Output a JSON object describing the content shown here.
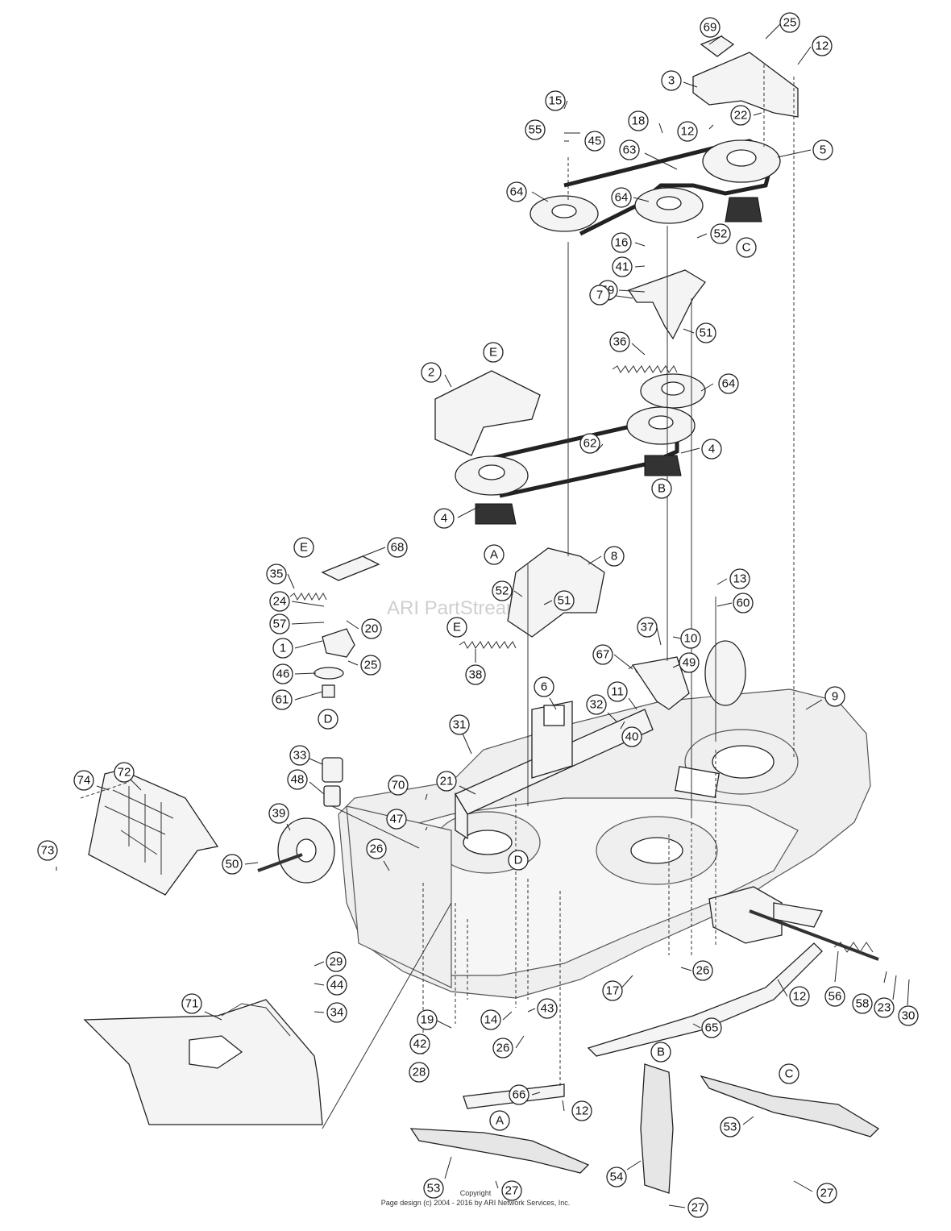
{
  "watermark": "ARI PartStream™",
  "footer": {
    "line1": "Copyright",
    "line2": "Page design (c) 2004 - 2016 by ARI Network Services, Inc."
  },
  "callouts": [
    {
      "label": "69"
    },
    {
      "label": "25"
    },
    {
      "label": "12"
    },
    {
      "label": "3"
    },
    {
      "label": "22"
    },
    {
      "label": "12"
    },
    {
      "label": "15"
    },
    {
      "label": "55"
    },
    {
      "label": "45"
    },
    {
      "label": "18"
    },
    {
      "label": "63"
    },
    {
      "label": "5"
    },
    {
      "label": "64"
    },
    {
      "label": "64"
    },
    {
      "label": "16"
    },
    {
      "label": "52"
    },
    {
      "label": "41"
    },
    {
      "label": "59"
    },
    {
      "label": "7"
    },
    {
      "label": "51"
    },
    {
      "label": "36"
    },
    {
      "label": "64"
    },
    {
      "label": "2"
    },
    {
      "label": "62"
    },
    {
      "label": "4"
    },
    {
      "label": "4"
    },
    {
      "label": "68"
    },
    {
      "label": "8"
    },
    {
      "label": "35"
    },
    {
      "label": "20"
    },
    {
      "label": "24"
    },
    {
      "label": "57"
    },
    {
      "label": "1"
    },
    {
      "label": "25"
    },
    {
      "label": "46"
    },
    {
      "label": "61"
    },
    {
      "label": "52"
    },
    {
      "label": "51"
    },
    {
      "label": "38"
    },
    {
      "label": "13"
    },
    {
      "label": "60"
    },
    {
      "label": "37"
    },
    {
      "label": "10"
    },
    {
      "label": "49"
    },
    {
      "label": "67"
    },
    {
      "label": "6"
    },
    {
      "label": "9"
    },
    {
      "label": "11"
    },
    {
      "label": "32"
    },
    {
      "label": "40"
    },
    {
      "label": "31"
    },
    {
      "label": "33"
    },
    {
      "label": "48"
    },
    {
      "label": "21"
    },
    {
      "label": "70"
    },
    {
      "label": "47"
    },
    {
      "label": "74"
    },
    {
      "label": "72"
    },
    {
      "label": "73"
    },
    {
      "label": "26"
    },
    {
      "label": "39"
    },
    {
      "label": "50"
    },
    {
      "label": "29"
    },
    {
      "label": "44"
    },
    {
      "label": "34"
    },
    {
      "label": "71"
    },
    {
      "label": "19"
    },
    {
      "label": "42"
    },
    {
      "label": "28"
    },
    {
      "label": "14"
    },
    {
      "label": "43"
    },
    {
      "label": "26"
    },
    {
      "label": "17"
    },
    {
      "label": "26"
    },
    {
      "label": "12"
    },
    {
      "label": "56"
    },
    {
      "label": "58"
    },
    {
      "label": "23"
    },
    {
      "label": "30"
    },
    {
      "label": "65"
    },
    {
      "label": "66"
    },
    {
      "label": "12"
    },
    {
      "label": "53"
    },
    {
      "label": "27"
    },
    {
      "label": "54"
    },
    {
      "label": "27"
    },
    {
      "label": "53"
    },
    {
      "label": "27"
    }
  ],
  "letters": [
    {
      "label": "E"
    },
    {
      "label": "C"
    },
    {
      "label": "B"
    },
    {
      "label": "A"
    },
    {
      "label": "E"
    },
    {
      "label": "D"
    },
    {
      "label": "E"
    },
    {
      "label": "D"
    },
    {
      "label": "A"
    },
    {
      "label": "B"
    },
    {
      "label": "C"
    }
  ]
}
